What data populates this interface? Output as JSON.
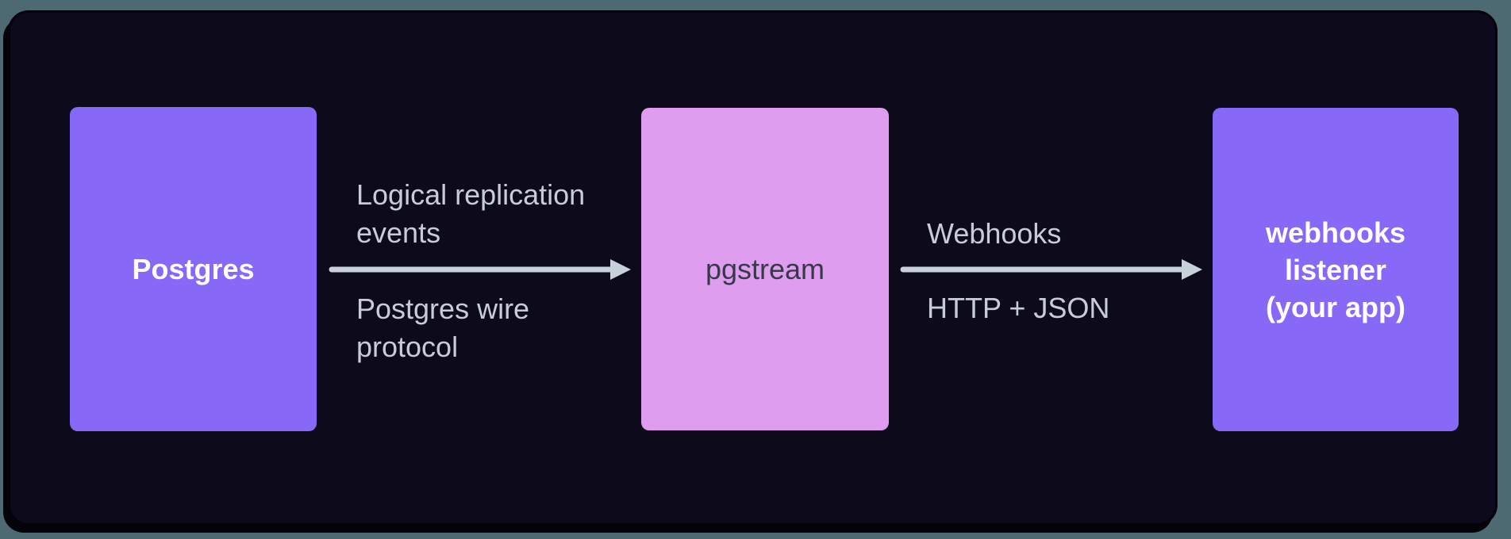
{
  "theme": {
    "page_background": "#4d6971",
    "canvas_background": "#0d0a1b",
    "canvas_edge": "#040309",
    "node_purple": "#8768f7",
    "node_pink": "#de9def",
    "arrow_color": "#c8d1d9",
    "label_color": "#c6cdd7",
    "node_text_light": "#ffffff",
    "node_text_dark": "#343b47"
  },
  "nodes": {
    "postgres": {
      "label": "Postgres"
    },
    "pgstream": {
      "label": "pgstream"
    },
    "listener": {
      "line1": "webhooks",
      "line2": "listener",
      "line3": "(your app)"
    }
  },
  "edges": {
    "replication": {
      "top_line1": "Logical replication",
      "top_line2": "events",
      "bottom_line1": "Postgres wire",
      "bottom_line2": "protocol"
    },
    "webhooks": {
      "top": "Webhooks",
      "bottom": "HTTP + JSON"
    }
  }
}
